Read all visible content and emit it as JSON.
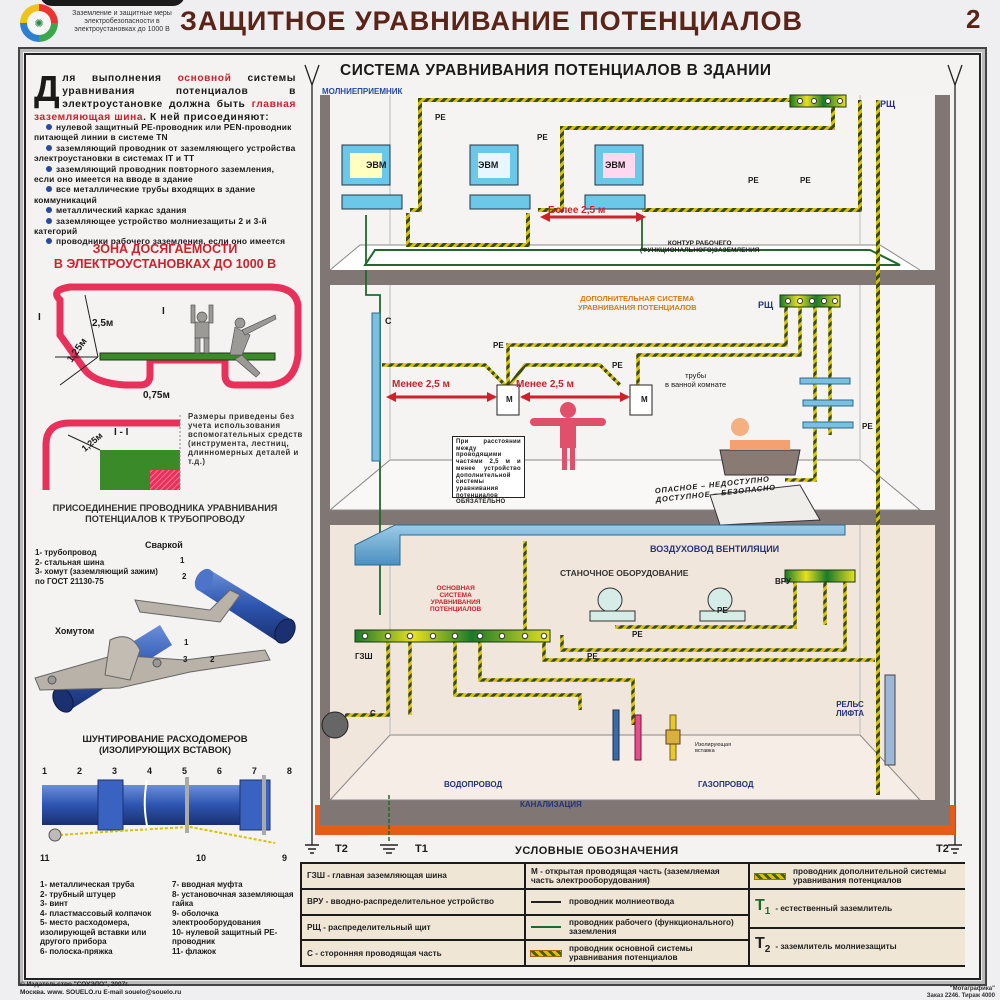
{
  "header": {
    "series_text": "Заземление и защитные меры электробезопасности в электроустановках до 1000 В",
    "title": "ЗАЩИТНОЕ УРАВНИВАНИЕ ПОТЕНЦИАЛОВ",
    "page_number": "2"
  },
  "intro": {
    "drop_cap": "Д",
    "text_1": "ля выполнения ",
    "highlight_1": "основной",
    "text_2": " системы уравнивания потенциалов в электроустановке должна быть ",
    "highlight_2": "главная заземляющая шина",
    "text_3": ". К ней присоединяют:",
    "bullets": [
      "нулевой защитный PE-проводник или PEN-проводник питающей линии в системе TN",
      "заземляющий проводник от заземляющего устройства электроустановки в системах IT и TT",
      "заземляющий проводник повторного заземления, если оно имеется на вводе в здание",
      "все металлические трубы входящих в здание коммуникаций",
      "металлический каркас здания",
      "заземляющее устройство молниезащиты 2 и 3-й категорий",
      "проводники рабочего заземления, если оно имеется"
    ]
  },
  "reach_zone": {
    "title_line1": "ЗОНА ДОСЯГАЕМОСТИ",
    "title_line2": "В ЭЛЕКТРОУСТАНОВКАХ ДО 1000 В",
    "dim_height": "2,5м",
    "dim_side": "1,25м",
    "dim_gap": "0,75м",
    "section_mark": "I",
    "section_label": "I - I",
    "section_dim": "1,25м",
    "note": "Размеры приведены без учета использования вспомогательных средств (инструмента, лестниц, длинномерных деталей и т.д.)"
  },
  "pipe_connection": {
    "title_line1": "ПРИСОЕДИНЕНИЕ ПРОВОДНИКА УРАВНИВАНИЯ",
    "title_line2": "ПОТЕНЦИАЛОВ К ТРУБОПРОВОДУ",
    "weld_label": "Сваркой",
    "clamp_label": "Хомутом",
    "legend": [
      "1- трубопровод",
      "2- стальная шина",
      "3- хомут (заземляющий зажим) по ГОСТ 21130-75"
    ],
    "callouts": [
      "1",
      "2",
      "3"
    ]
  },
  "shunting": {
    "title_line1": "ШУНТИРОВАНИЕ РАСХОДОМЕРОВ",
    "title_line2": "(ИЗОЛИРУЮЩИХ ВСТАВОК)",
    "numbers_top": [
      "1",
      "2",
      "3",
      "4",
      "5",
      "6",
      "7",
      "8"
    ],
    "numbers_bottom": [
      "11",
      "10",
      "9"
    ],
    "legend_left": [
      "1- металлическая труба",
      "2- трубный штуцер",
      "3- винт",
      "4- пластмассовый колпачок",
      "5- место расходомера, изолирующей вставки или другого прибора",
      "6- полоска-пряжка"
    ],
    "legend_right": [
      "7- вводная муфта",
      "8- установочная заземляющая гайка",
      "9- оболочка электрооборудования",
      "10- нулевой защитный PE-проводник",
      "11- флажок"
    ]
  },
  "building": {
    "title": "СИСТЕМА УРАВНИВАНИЯ ПОТЕНЦИАЛОВ В ЗДАНИИ",
    "lightning_rod": "МОЛНИЕПРИЕМНИК",
    "floor3": {
      "computer_label": "ЭВМ",
      "pe": "PE",
      "panel": "РЩ",
      "distance": "Более 2,5 м",
      "contour_line1": "КОНТУР РАБОЧЕГО",
      "contour_line2": "(ФУНКЦИОНАЛЬНОГО)ЗАЗЕМЛЕНИЯ"
    },
    "floor2": {
      "system_line1": "ДОПОЛНИТЕЛЬНАЯ СИСТЕМА",
      "system_line2": "УРАВНИВАНИЯ ПОТЕНЦИАЛОВ",
      "panel": "РЩ",
      "c_label": "С",
      "m_label": "М",
      "pe": "PE",
      "distance": "Менее 2,5 м",
      "bath_pipes_line1": "трубы",
      "bath_pipes_line2": "в ванной комнате",
      "callout": "При расстоянии между проводящими частями 2,5 м и менее устройство дополнительной системы уравнивания потенциалов ОБЯЗАТЕЛЬНО",
      "mat_line1": "ОПАСНОЕ – НЕДОСТУПНО",
      "mat_line2": "ДОСТУПНОЕ – БЕЗОПАСНО"
    },
    "floor1": {
      "duct": "ВОЗДУХОВОД ВЕНТИЛЯЦИИ",
      "machines": "СТАНОЧНОЕ ОБОРУДОВАНИЕ",
      "vru": "ВРУ",
      "main_line1": "ОСНОВНАЯ",
      "main_line2": "СИСТЕМА",
      "main_line3": "УРАВНИВАНИЯ",
      "main_line4": "ПОТЕНЦИАЛОВ",
      "gzsh": "ГЗШ",
      "pe": "PE",
      "c_label": "С",
      "lift_line1": "РЕЛЬС",
      "lift_line2": "ЛИФТА",
      "insert_line1": "Изолирующая",
      "insert_line2": "вставка",
      "water": "ВОДОПРОВОД",
      "gas": "ГАЗОПРОВОД",
      "sewer": "КАНАЛИЗАЦИЯ"
    },
    "ground_t1": "T1",
    "ground_t2": "T2"
  },
  "legend": {
    "title": "УСЛОВНЫЕ ОБОЗНАЧЕНИЯ",
    "col1": [
      "ГЗШ - главная заземляющая шина",
      "ВРУ - вводно-распределительное устройство",
      "РЩ - распределительный щит",
      "С - сторонняя проводящая часть"
    ],
    "col2": [
      "М - открытая проводящая часть (заземляемая часть электрооборудования)",
      "проводник молниеотвода",
      "проводник рабочего (функционального) заземления",
      "проводник основной системы уравнивания потенциалов"
    ],
    "col3": [
      "проводник дополнительной системы уравнивания потенциалов",
      "- естественный заземлитель",
      "- заземлитель молниезащиты"
    ],
    "t1": "T",
    "t1_sub": "1",
    "t2": "T",
    "t2_sub": "2"
  },
  "footer": {
    "left_line1": "© Издательство \"СОУЭЛО\", 2007г.",
    "left_line2": "Москва. www. SOUELO.ru  E-mail souelo@souelo.ru",
    "right_line1": "\"Мотаграфика\"",
    "right_line2": "Заказ 2246. Тираж 4000"
  },
  "colors": {
    "title_brown": "#5a2418",
    "accent_red": "#d0202a",
    "navy": "#22347a",
    "ground_green": "#1f6a2a",
    "pe_yellow": "#d6c200",
    "wall_gray": "#807674",
    "foundation_orange": "#e85a1a",
    "legend_bg": "#efe6d6"
  }
}
